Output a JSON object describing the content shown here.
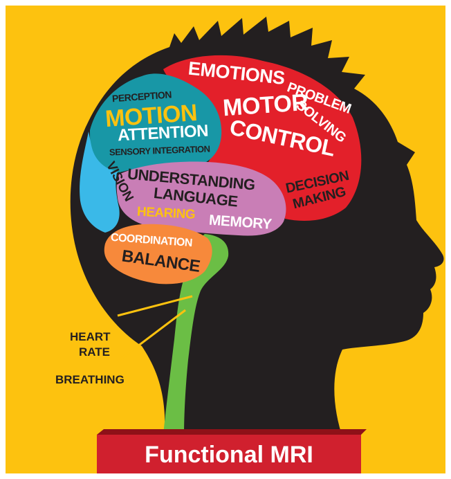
{
  "colors": {
    "background": "#FDC20F",
    "silhouette": "#231F20",
    "red_lobe": "#E3202A",
    "teal_lobe": "#1897A6",
    "blue_lobe": "#3AB9E8",
    "pink_lobe": "#C97EB6",
    "orange_lobe": "#F7893B",
    "stem": "#6BBE45",
    "title_banner": "#D0202E",
    "label_yellow": "#FDC20F",
    "label_white": "#FFFFFF",
    "label_dark": "#231F20"
  },
  "regions": {
    "red": {
      "emotions": "EMOTIONS",
      "motor": "MOTOR",
      "control": "CONTROL",
      "problem": "PROBLEM",
      "solving": "SOLVING",
      "decision": "DECISION",
      "making": "MAKING"
    },
    "teal": {
      "perception": "PERCEPTION",
      "motion": "MOTION",
      "attention": "ATTENTION",
      "sensory_integration": "SENSORY INTEGRATION"
    },
    "blue": {
      "vision": "VISION"
    },
    "pink": {
      "understanding": "UNDERSTANDING",
      "language": "LANGUAGE",
      "hearing": "HEARING",
      "memory": "MEMORY"
    },
    "orange": {
      "coordination": "COORDINATION",
      "balance": "BALANCE"
    },
    "stem": {
      "heart": "HEART",
      "rate": "RATE",
      "breathing": "BREATHING"
    }
  },
  "title": "Functional MRI"
}
